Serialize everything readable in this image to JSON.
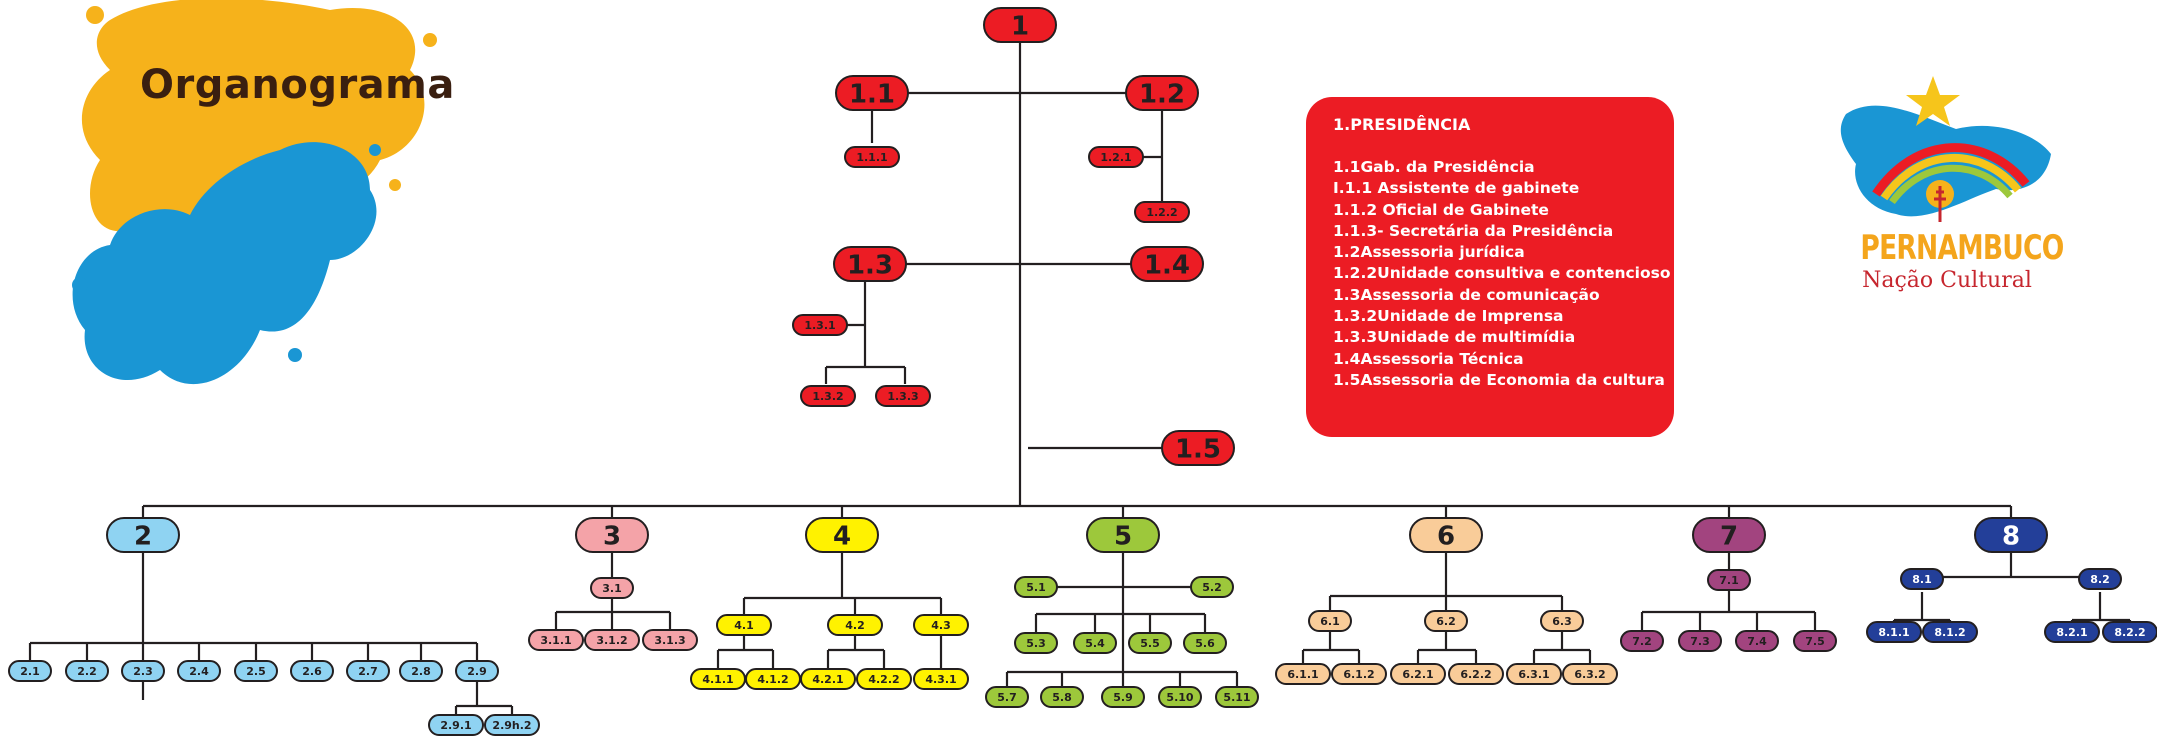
{
  "title": "Organograma",
  "legend": {
    "title": "1.PRESIDÊNCIA",
    "items": [
      "1.1Gab. da  Presidência",
      "I.1.1 Assistente de gabinete",
      "1.1.2 Oficial de Gabinete",
      "1.1.3- Secretária da Presidência",
      "1.2Assessoria jurídica",
      "1.2.2Unidade consultiva e contencioso",
      "1.3Assessoria de comunicação",
      "1.3.2Unidade de Imprensa",
      "1.3.3Unidade de multimídia",
      "1.4Assessoria Técnica",
      "1.5Assessoria de Economia da cultura"
    ]
  },
  "logo": {
    "line1": "PERNAMBUCO",
    "line2": "Nação Cultural"
  },
  "colors": {
    "red": "#ec1c24",
    "light_blue": "#8fd3f2",
    "pink": "#f4a3a8",
    "yellow": "#fff200",
    "green": "#9dc83b",
    "peach": "#f9cc99",
    "purple": "#a2447f",
    "navy": "#233f99",
    "orange_splash": "#f6b21b",
    "blue_splash": "#1a96d4"
  },
  "nodes": {
    "n1": "1",
    "n1_1": "1.1",
    "n1_1_1": "1.1.1",
    "n1_2": "1.2",
    "n1_2_1": "1.2.1",
    "n1_2_2": "1.2.2",
    "n1_3": "1.3",
    "n1_4": "1.4",
    "n1_3_1": "1.3.1",
    "n1_3_2": "1.3.2",
    "n1_3_3": "1.3.3",
    "n1_5": "1.5",
    "n2": "2",
    "n2_1": "2.1",
    "n2_2": "2.2",
    "n2_3": "2.3",
    "n2_4": "2.4",
    "n2_5": "2.5",
    "n2_6": "2.6",
    "n2_7": "2.7",
    "n2_8": "2.8",
    "n2_9": "2.9",
    "n2_9_1": "2.9.1",
    "n2_9h_2": "2.9h.2",
    "n3": "3",
    "n3_1": "3.1",
    "n3_1_1": "3.1.1",
    "n3_1_2": "3.1.2",
    "n3_1_3": "3.1.3",
    "n4": "4",
    "n4_1": "4.1",
    "n4_2": "4.2",
    "n4_3": "4.3",
    "n4_1_1": "4.1.1",
    "n4_1_2": "4.1.2",
    "n4_2_1": "4.2.1",
    "n4_2_2": "4.2.2",
    "n4_3_1": "4.3.1",
    "n5": "5",
    "n5_1": "5.1",
    "n5_2": "5.2",
    "n5_3": "5.3",
    "n5_4": "5.4",
    "n5_5": "5.5",
    "n5_6": "5.6",
    "n5_7": "5.7",
    "n5_8": "5.8",
    "n5_9": "5.9",
    "n5_10": "5.10",
    "n5_11": "5.11",
    "n6": "6",
    "n6_1": "6.1",
    "n6_2": "6.2",
    "n6_3": "6.3",
    "n6_1a": "6.1.1",
    "n6_1_2": "6.1.2",
    "n6_2_1": "6.2.1",
    "n6_2_2": "6.2.2",
    "n6_3_1": "6.3.1",
    "n6_3_2": "6.3.2",
    "n7": "7",
    "n7_1": "7.1",
    "n7_2": "7.2",
    "n7_3": "7.3",
    "n7_4": "7.4",
    "n7_5": "7.5",
    "n8": "8",
    "n8_1": "8.1",
    "n8_2": "8.2",
    "n8_1_1": "8.1.1",
    "n8_1_2": "8.1.2",
    "n8_2_1": "8.2.1",
    "n8_2_2": "8.2.2"
  }
}
